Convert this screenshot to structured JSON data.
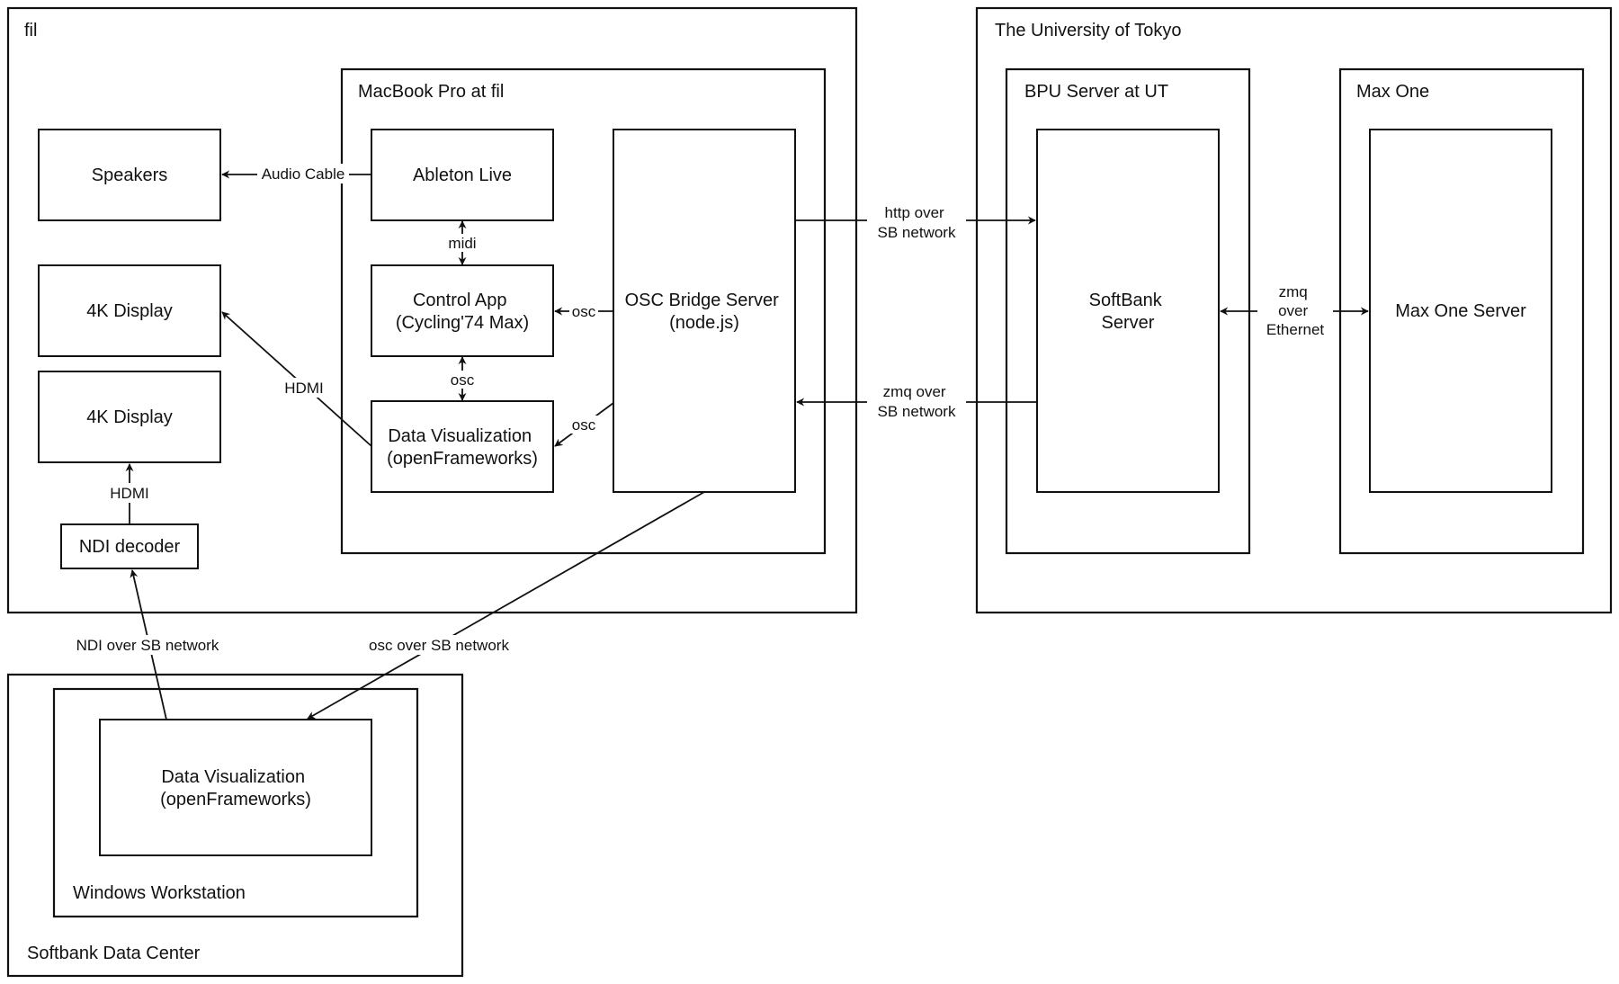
{
  "groups": {
    "fil": "fil",
    "macbook": "MacBook Pro at fil",
    "utokyo": "The University of Tokyo",
    "bpu": "BPU Server at UT",
    "maxone": "Max One",
    "softbank_dc": "Softbank Data Center",
    "windows_ws": "Windows Workstation"
  },
  "nodes": {
    "speakers": [
      "Speakers"
    ],
    "display1": [
      "4K Display"
    ],
    "display2": [
      "4K Display"
    ],
    "ndi_decoder": [
      "NDI decoder"
    ],
    "ableton": [
      "Ableton Live"
    ],
    "control_app": [
      "Control App",
      "(Cycling'74 Max)"
    ],
    "dataviz_fil": [
      "Data Visualization",
      "(openFrameworks)"
    ],
    "osc_bridge": [
      "OSC Bridge Server",
      "(node.js)"
    ],
    "softbank_server": [
      "SoftBank",
      "Server"
    ],
    "maxone_server": [
      "Max One Server"
    ],
    "dataviz_dc": [
      "Data Visualization",
      "(openFrameworks)"
    ]
  },
  "edges": {
    "audio_cable": [
      "Audio Cable"
    ],
    "midi": [
      "midi"
    ],
    "osc_bridge_control": [
      "osc"
    ],
    "osc_control_viz": [
      "osc"
    ],
    "osc_bridge_viz": [
      "osc"
    ],
    "hdmi_viz_display": [
      "HDMI"
    ],
    "hdmi_decoder_display": [
      "HDMI"
    ],
    "ndi": [
      "NDI over SB network"
    ],
    "osc_sb": [
      "osc over SB network"
    ],
    "http": [
      "http over",
      "SB network"
    ],
    "zmq_sb": [
      "zmq over",
      "SB network"
    ],
    "zmq_eth": [
      "zmq",
      "over",
      "Ethernet"
    ]
  }
}
